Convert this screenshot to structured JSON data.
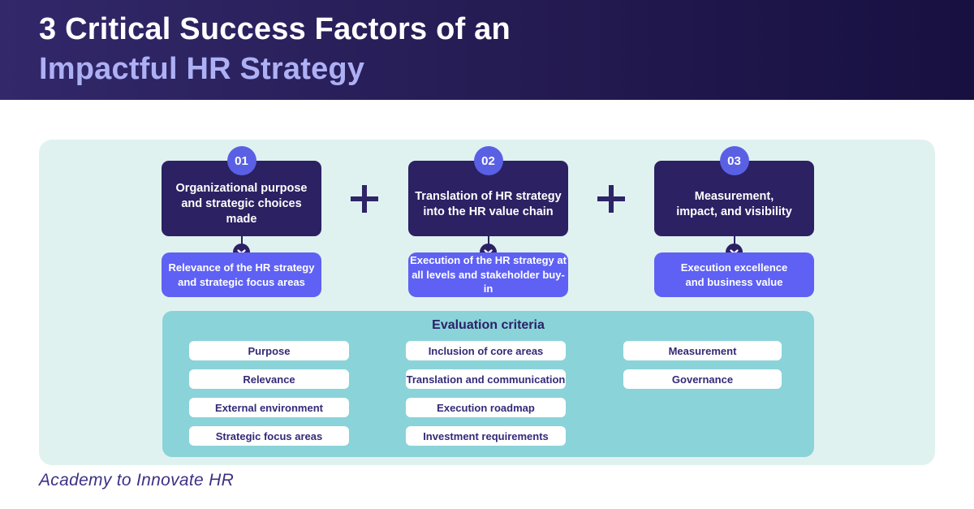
{
  "header": {
    "title_line1": "3 Critical Success Factors of an",
    "title_line2": "Impactful HR Strategy"
  },
  "factors": [
    {
      "number": "01",
      "name_lines": [
        "Organizational purpose",
        "and strategic choices",
        "made"
      ],
      "outcome_lines": [
        "Relevance of the HR strategy",
        "and strategic focus areas"
      ]
    },
    {
      "number": "02",
      "name_lines": [
        "Translation of HR strategy",
        "into the HR value chain"
      ],
      "outcome_lines": [
        "Execution of the HR strategy at",
        "all levels and stakeholder buy-in"
      ]
    },
    {
      "number": "03",
      "name_lines": [
        "Measurement,",
        "impact, and visibility"
      ],
      "outcome_lines": [
        "Execution excellence",
        "and business value"
      ]
    }
  ],
  "evaluation": {
    "title": "Evaluation criteria",
    "groups": [
      [
        "Purpose",
        "Relevance",
        "External environment",
        "Strategic focus areas"
      ],
      [
        "Inclusion of core areas",
        "Translation and communication",
        "Execution roadmap",
        "Investment requirements"
      ],
      [
        "Measurement",
        "Governance"
      ]
    ]
  },
  "footer": {
    "brand": "Academy to Innovate HR"
  },
  "icons": {
    "between_factors": "plus-icon",
    "factor_to_outcome": "chevron-down-icon"
  },
  "colors": {
    "header_gradient_left": "#32286a",
    "header_gradient_right": "#171040",
    "title_line1": "#ffffff",
    "title_line2": "#aeb0f5",
    "content_panel": "#e0f2f0",
    "factor_box": "#2b2163",
    "number_badge": "#5a60e4",
    "outcome_box": "#5e61f4",
    "evaluation_panel": "#8ad3d9",
    "pill_background": "#ffffff",
    "pill_text": "#332a78",
    "plus_sign": "#2e2468",
    "footer_text": "#3e3085"
  }
}
